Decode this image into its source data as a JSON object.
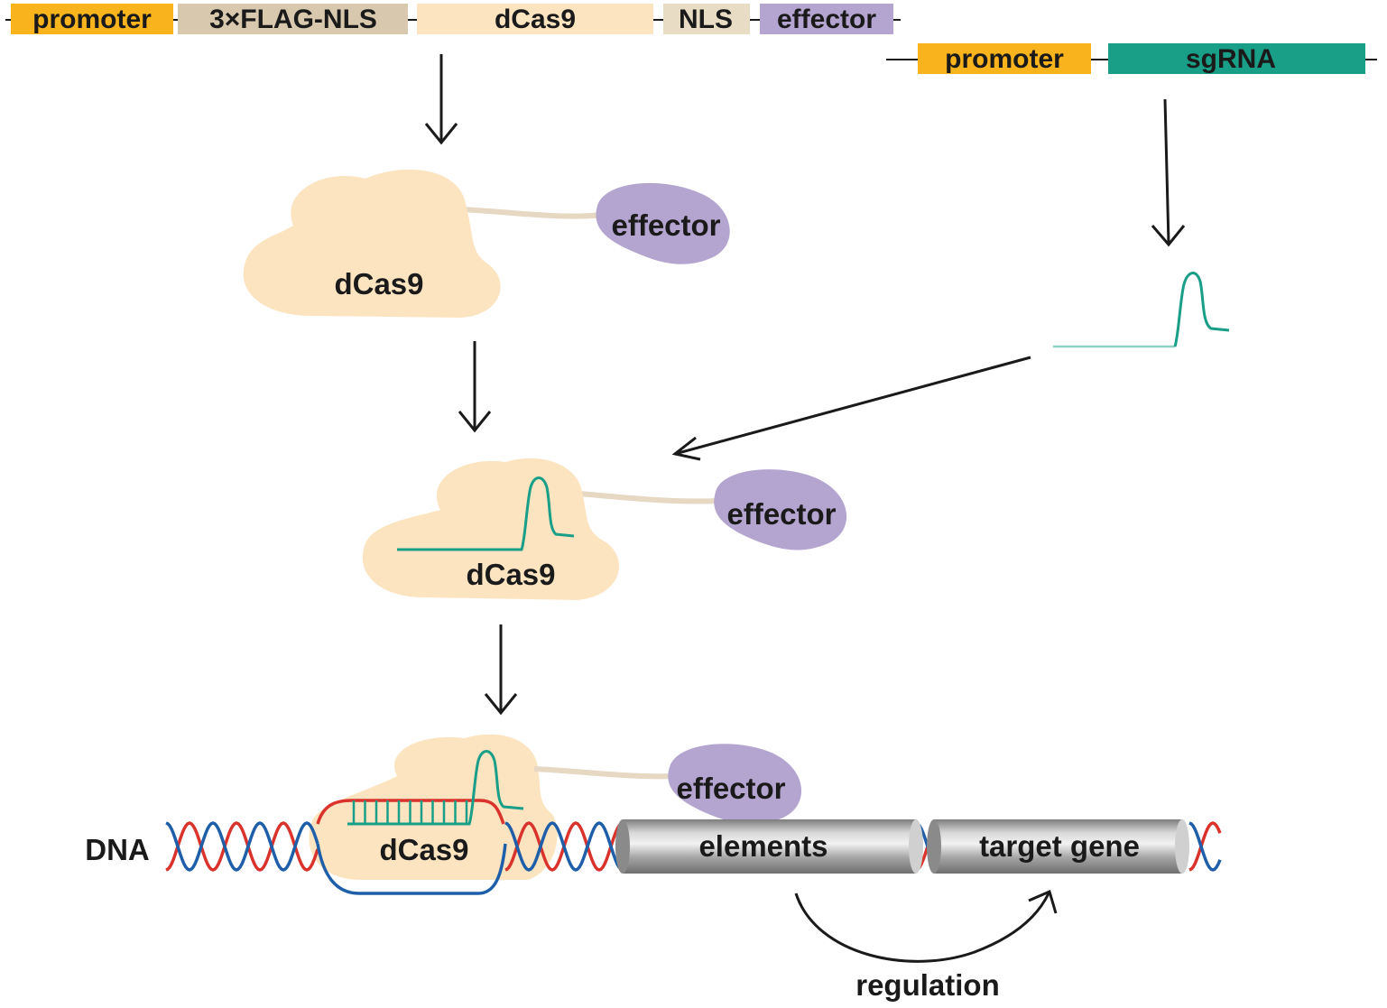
{
  "colors": {
    "promoter": "#F9B31C",
    "flag_nls": "#D8C8AE",
    "dcas9": "#FCE4C0",
    "effector": "#B3A5CF",
    "sgrna": "#199E87",
    "dna_red": "#D9332B",
    "dna_blue": "#1F5FA9",
    "element_gray": "#A6A6A6"
  },
  "construct_cas9": {
    "promoter": "promoter",
    "flag_nls": "3×FLAG-NLS",
    "dcas9": "dCas9",
    "nls": "NLS",
    "effector": "effector"
  },
  "construct_sgrna": {
    "promoter": "promoter",
    "sgrna": "sgRNA"
  },
  "fusion_protein": {
    "dcas9": "dCas9",
    "effector": "effector"
  },
  "complex": {
    "dcas9": "dCas9",
    "effector": "effector"
  },
  "dna_complex": {
    "dna": "DNA",
    "dcas9": "dCas9",
    "effector": "effector",
    "elements": "elements",
    "target_gene": "target gene",
    "regulation": "regulation"
  }
}
